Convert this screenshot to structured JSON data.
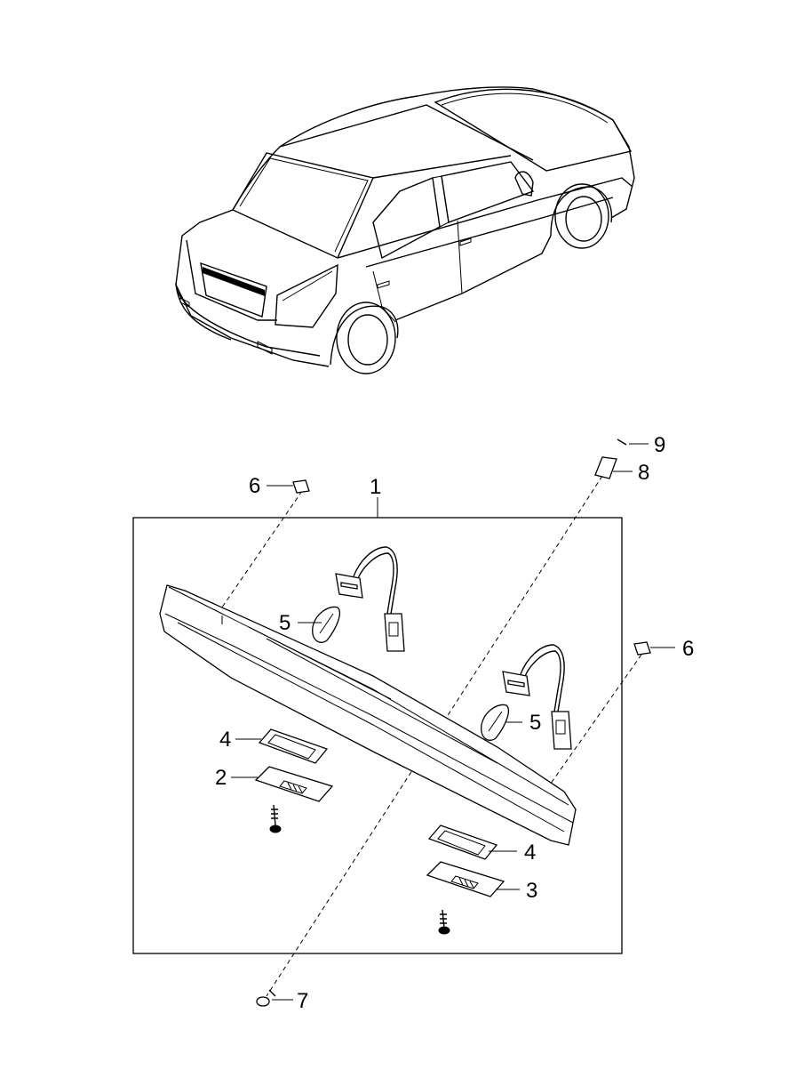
{
  "callouts": {
    "c1": "1",
    "c2": "2",
    "c3": "3",
    "c4a": "4",
    "c4b": "4",
    "c5a": "5",
    "c5b": "5",
    "c6a": "6",
    "c6b": "6",
    "c7": "7",
    "c8": "8",
    "c9": "9"
  }
}
